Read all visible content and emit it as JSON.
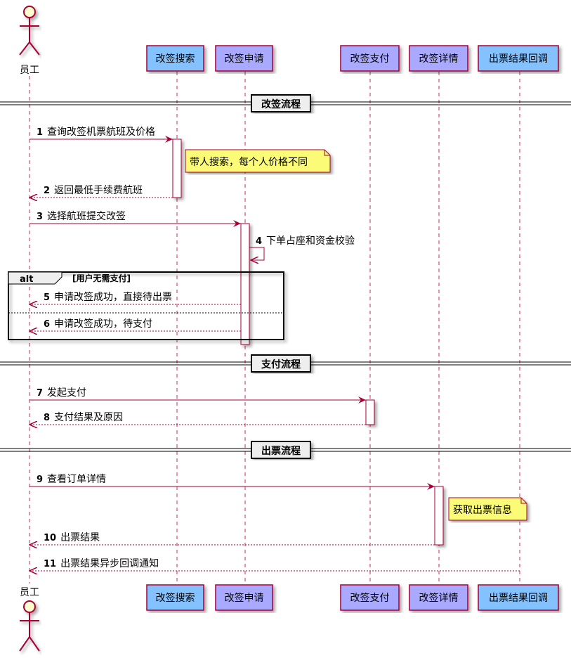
{
  "participants": [
    {
      "name": "员工",
      "type": "actor"
    },
    {
      "name": "改签搜索",
      "color": "#84C1FF"
    },
    {
      "name": "改签申请",
      "color": "#A9A9FF"
    },
    {
      "name": "改签支付",
      "color": "#A9A9FF"
    },
    {
      "name": "改签详情",
      "color": "#A9A9FF"
    },
    {
      "name": "出票结果回调",
      "color": "#84C1FF"
    }
  ],
  "separators": [
    "改签流程",
    "支付流程",
    "出票流程"
  ],
  "messages": [
    {
      "n": "1",
      "text": "查询改签机票航班及价格"
    },
    {
      "n": "2",
      "text": "返回最低手续费航班"
    },
    {
      "n": "3",
      "text": "选择航班提交改签"
    },
    {
      "n": "4",
      "text": "下单占座和资金校验"
    },
    {
      "n": "5",
      "text": "申请改签成功，直接待出票"
    },
    {
      "n": "6",
      "text": "申请改签成功，待支付"
    },
    {
      "n": "7",
      "text": "发起支付"
    },
    {
      "n": "8",
      "text": "支付结果及原因"
    },
    {
      "n": "9",
      "text": "查看订单详情"
    },
    {
      "n": "10",
      "text": "出票结果"
    },
    {
      "n": "11",
      "text": "出票结果异步回调通知"
    }
  ],
  "notes": [
    "带人搜索，每个人价格不同",
    "获取出票信息"
  ],
  "alt": {
    "keyword": "alt",
    "guard": "[用户无需支付]"
  },
  "colors": {
    "line": "#A80036",
    "note": "#FBFB77",
    "actor": "#FEFECE"
  }
}
